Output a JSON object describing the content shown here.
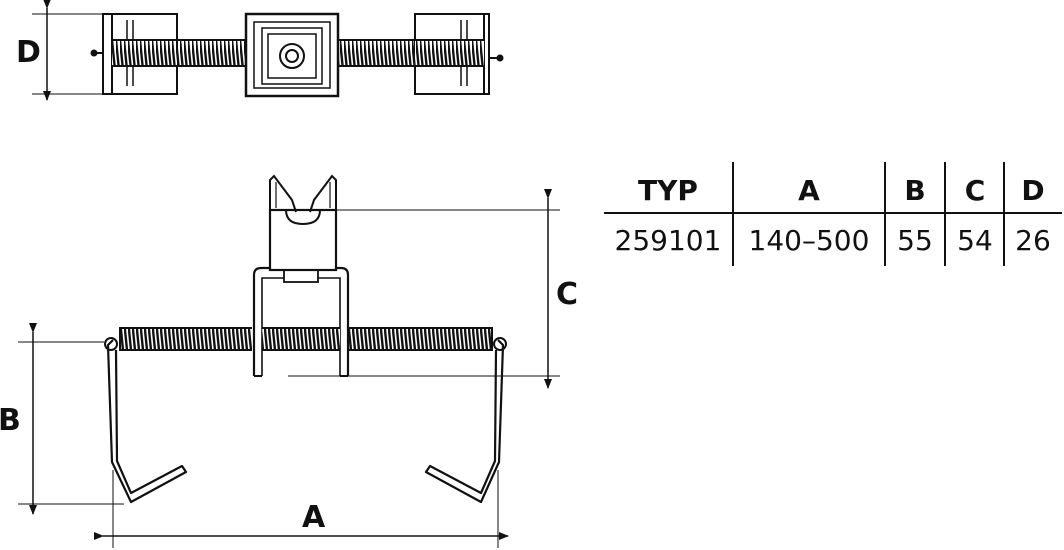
{
  "dimensions": {
    "top_view": {
      "d_label": "D"
    },
    "front_view": {
      "a_label": "A",
      "b_label": "B",
      "c_label": "C"
    }
  },
  "spec_table": {
    "headers": [
      "TYP",
      "A",
      "B",
      "C",
      "D"
    ],
    "rows": [
      [
        "259101",
        "140–500",
        "55",
        "54",
        "26"
      ]
    ]
  }
}
